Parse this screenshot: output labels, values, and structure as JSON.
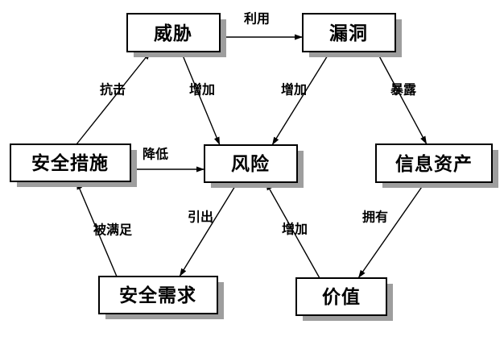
{
  "diagram": {
    "type": "relationship-diagram",
    "topic": "信息安全风险要素关系图",
    "colors": {
      "background": "#ffffff",
      "box_fill": "#ffffff",
      "box_border": "#000000",
      "line": "#000000",
      "shadow": "#9e9e9e",
      "text": "#000000"
    },
    "nodes": [
      {
        "id": "threat",
        "label": "威胁"
      },
      {
        "id": "vulnerability",
        "label": "漏洞"
      },
      {
        "id": "safeguards",
        "label": "安全措施"
      },
      {
        "id": "risk",
        "label": "风险"
      },
      {
        "id": "information-asset",
        "label": "信息资产"
      },
      {
        "id": "security-requirements",
        "label": "安全需求"
      },
      {
        "id": "value",
        "label": "价值"
      }
    ],
    "edges": [
      {
        "from": "威胁",
        "to": "漏洞",
        "label": "利用"
      },
      {
        "from": "安全措施",
        "to": "威胁",
        "label": "抗击"
      },
      {
        "from": "威胁",
        "to": "风险",
        "label": "增加"
      },
      {
        "from": "漏洞",
        "to": "风险",
        "label": "增加"
      },
      {
        "from": "漏洞",
        "to": "信息资产",
        "label": "暴露"
      },
      {
        "from": "安全措施",
        "to": "风险",
        "label": "降低"
      },
      {
        "from": "安全需求",
        "to": "安全措施",
        "label": "被满足"
      },
      {
        "from": "风险",
        "to": "安全需求",
        "label": "引出"
      },
      {
        "from": "价值",
        "to": "风险",
        "label": "增加"
      },
      {
        "from": "信息资产",
        "to": "价值",
        "label": "拥有"
      }
    ]
  }
}
